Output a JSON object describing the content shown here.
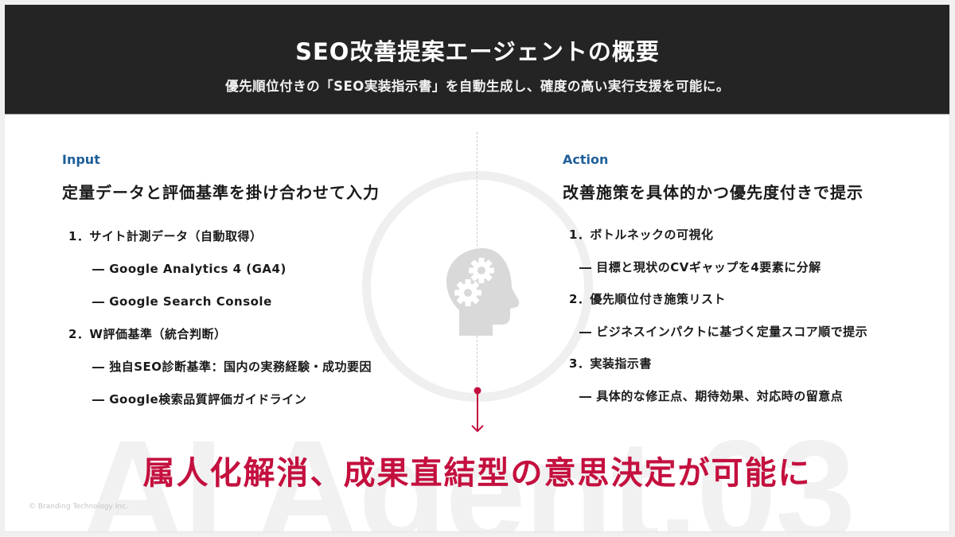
{
  "header": {
    "title": "SEO改善提案エージェントの概要",
    "subtitle": "優先順位付きの「SEO実装指示書」を自動生成し、確度の高い実行支援を可能に。"
  },
  "watermark": "AI Agent.03",
  "input": {
    "label": "Input",
    "heading": "定量データと評価基準を掛け合わせて入力",
    "items": [
      {
        "level": 1,
        "text": "1．サイト計測データ（自動取得）"
      },
      {
        "level": 2,
        "text": "― Google Analytics 4 (GA4)"
      },
      {
        "level": 2,
        "text": "― Google Search Console"
      },
      {
        "level": 1,
        "text": "2．W評価基準（統合判断）"
      },
      {
        "level": 2,
        "text": "― 独自SEO診断基準：国内の実務経験・成功要因"
      },
      {
        "level": 2,
        "text": "― Google検索品質評価ガイドライン"
      }
    ]
  },
  "action": {
    "label": "Action",
    "heading": "改善施策を具体的かつ優先度付きで提示",
    "items": [
      {
        "level": 1,
        "text": "1．ボトルネックの可視化"
      },
      {
        "level": 2,
        "text": "― 目標と現状のCVギャップを4要素に分解"
      },
      {
        "level": 1,
        "text": "2．優先順位付き施策リスト"
      },
      {
        "level": 2,
        "text": "― ビジネスインパクトに基づく定量スコア順で提示"
      },
      {
        "level": 1,
        "text": "3．実装指示書"
      },
      {
        "level": 2,
        "text": "― 具体的な修正点、期待効果、対応時の留意点"
      }
    ]
  },
  "center": {
    "icon": "head-gears-icon",
    "arrow": "arrow-down-icon"
  },
  "conclusion": "属人化解消、成果直結型の意思決定が可能に",
  "copyright": "© Branding Technology Inc.",
  "colors": {
    "header_bg": "#242424",
    "label_blue": "#1f5f99",
    "accent_red": "#c4103f",
    "icon_gray": "#d9d9d9",
    "ring_gray": "#efefef"
  }
}
